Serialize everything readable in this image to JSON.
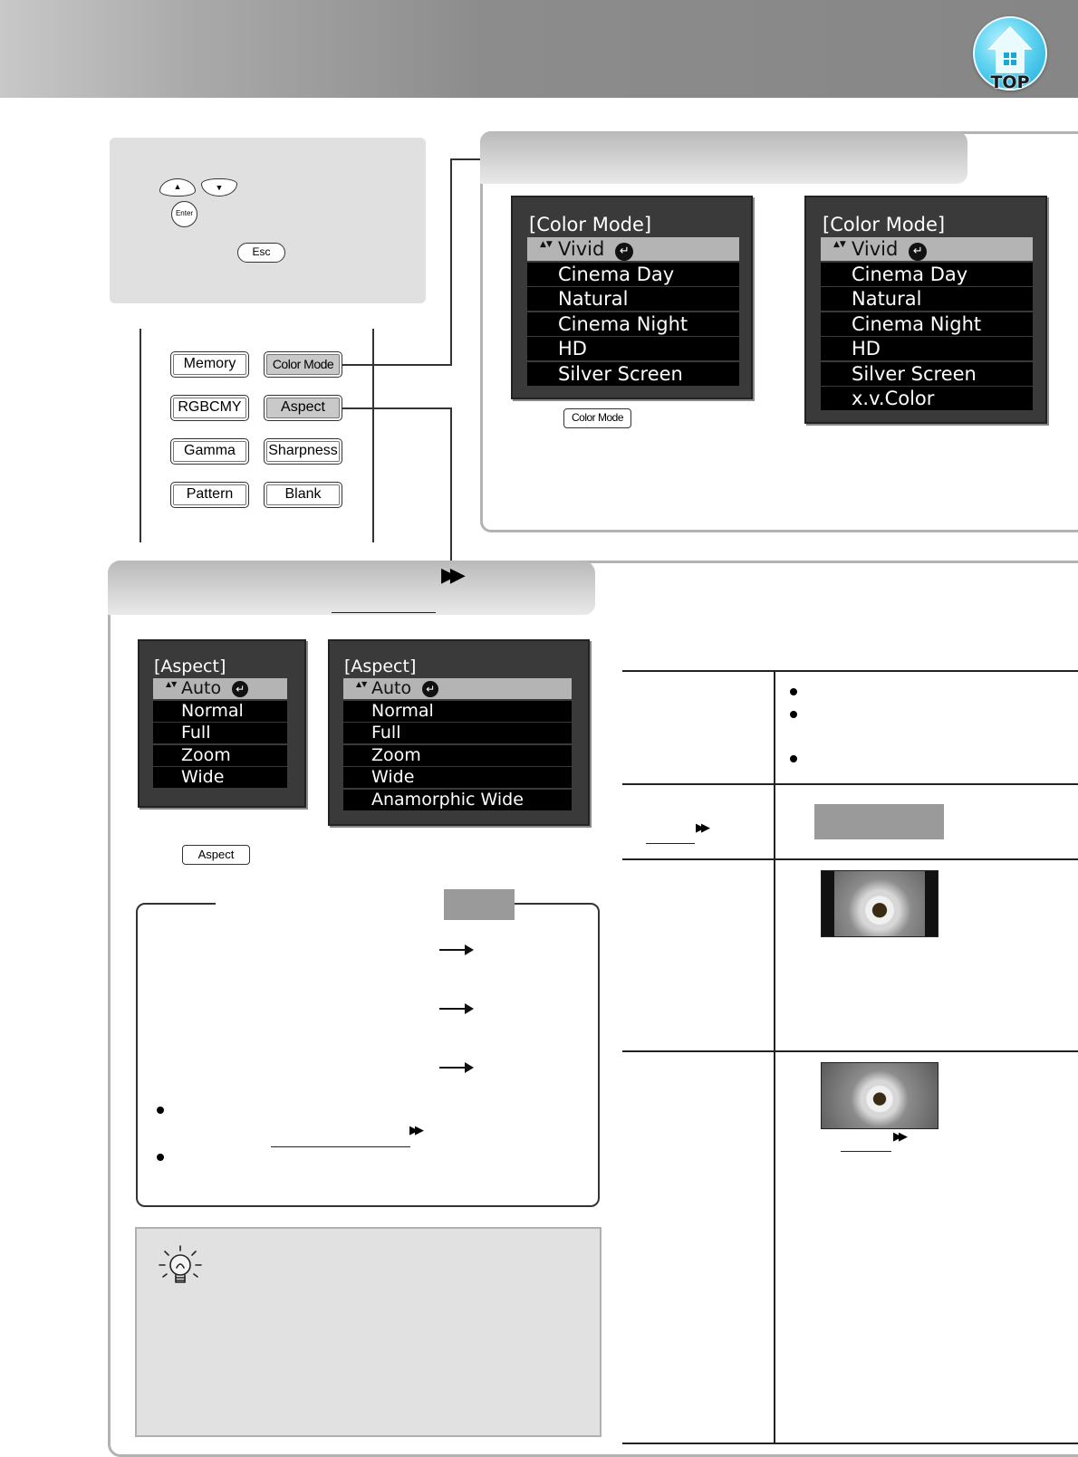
{
  "header": {
    "top_badge_label": "TOP"
  },
  "remote_nav": {
    "enter_label": "Enter",
    "esc_label": "Esc"
  },
  "remote_buttons": [
    {
      "label": "Memory",
      "selected": false
    },
    {
      "label": "Color Mode",
      "selected": true
    },
    {
      "label": "RGBCMY",
      "selected": false
    },
    {
      "label": "Aspect",
      "selected": true
    },
    {
      "label": "Gamma",
      "selected": false
    },
    {
      "label": "Sharpness",
      "selected": false
    },
    {
      "label": "Pattern",
      "selected": false
    },
    {
      "label": "Blank",
      "selected": false
    }
  ],
  "color_mode": {
    "menu1": {
      "title": "[Color Mode]",
      "items": [
        "Vivid",
        "Cinema Day",
        "Natural",
        "Cinema Night",
        "HD",
        "Silver Screen"
      ]
    },
    "menu2": {
      "title": "[Color Mode]",
      "items": [
        "Vivid",
        "Cinema Day",
        "Natural",
        "Cinema Night",
        "HD",
        "Silver Screen",
        "x.v.Color"
      ]
    },
    "button_label": "Color Mode"
  },
  "aspect": {
    "menu1": {
      "title": "[Aspect]",
      "items": [
        "Auto",
        "Normal",
        "Full",
        "Zoom",
        "Wide"
      ]
    },
    "menu2": {
      "title": "[Aspect]",
      "items": [
        "Auto",
        "Normal",
        "Full",
        "Zoom",
        "Wide",
        "Anamorphic Wide"
      ]
    },
    "button_label": "Aspect"
  },
  "glyphs": {
    "up_down": "▲▼",
    "enter": "↵",
    "fast_forward": "▶▶"
  }
}
